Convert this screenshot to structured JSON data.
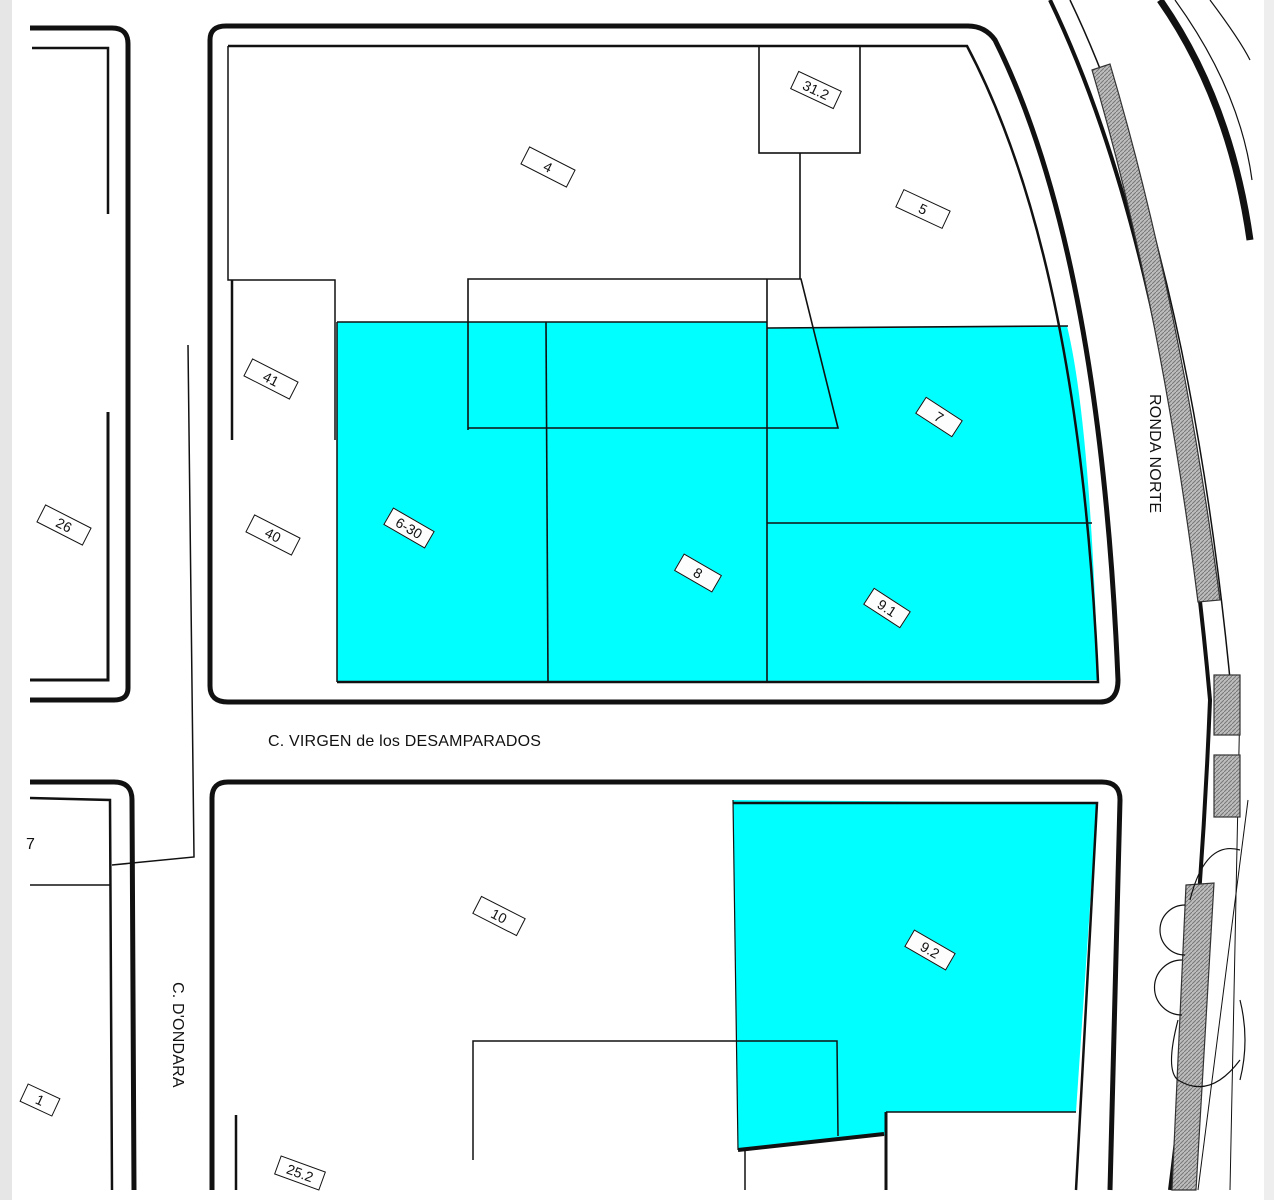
{
  "map": {
    "highlight_color": "#00ffff",
    "line_color": "#111111",
    "hatch_color": "#999999",
    "streets": {
      "virgen": "C. VIRGEN  de los  DESAMPARADOS",
      "ronda": "RONDA  NORTE",
      "dondara": "C.  D'ONDARA"
    },
    "parcels": [
      {
        "id": "4",
        "label": "4",
        "highlighted": false
      },
      {
        "id": "31.2",
        "label": "31.2",
        "highlighted": false
      },
      {
        "id": "5",
        "label": "5",
        "highlighted": false
      },
      {
        "id": "41",
        "label": "41",
        "highlighted": false
      },
      {
        "id": "40",
        "label": "40",
        "highlighted": false
      },
      {
        "id": "26",
        "label": "26",
        "highlighted": false
      },
      {
        "id": "6-30",
        "label": "6-30",
        "highlighted": true
      },
      {
        "id": "7",
        "label": "7",
        "highlighted": true
      },
      {
        "id": "8",
        "label": "8",
        "highlighted": true
      },
      {
        "id": "9.1",
        "label": "9.1",
        "highlighted": true
      },
      {
        "id": "10",
        "label": "10",
        "highlighted": false
      },
      {
        "id": "9.2",
        "label": "9.2",
        "highlighted": true
      },
      {
        "id": "25.2",
        "label": "25.2",
        "highlighted": false
      },
      {
        "id": "left-7",
        "label": "7",
        "highlighted": false
      },
      {
        "id": "left-1",
        "label": "1",
        "highlighted": false
      }
    ]
  }
}
